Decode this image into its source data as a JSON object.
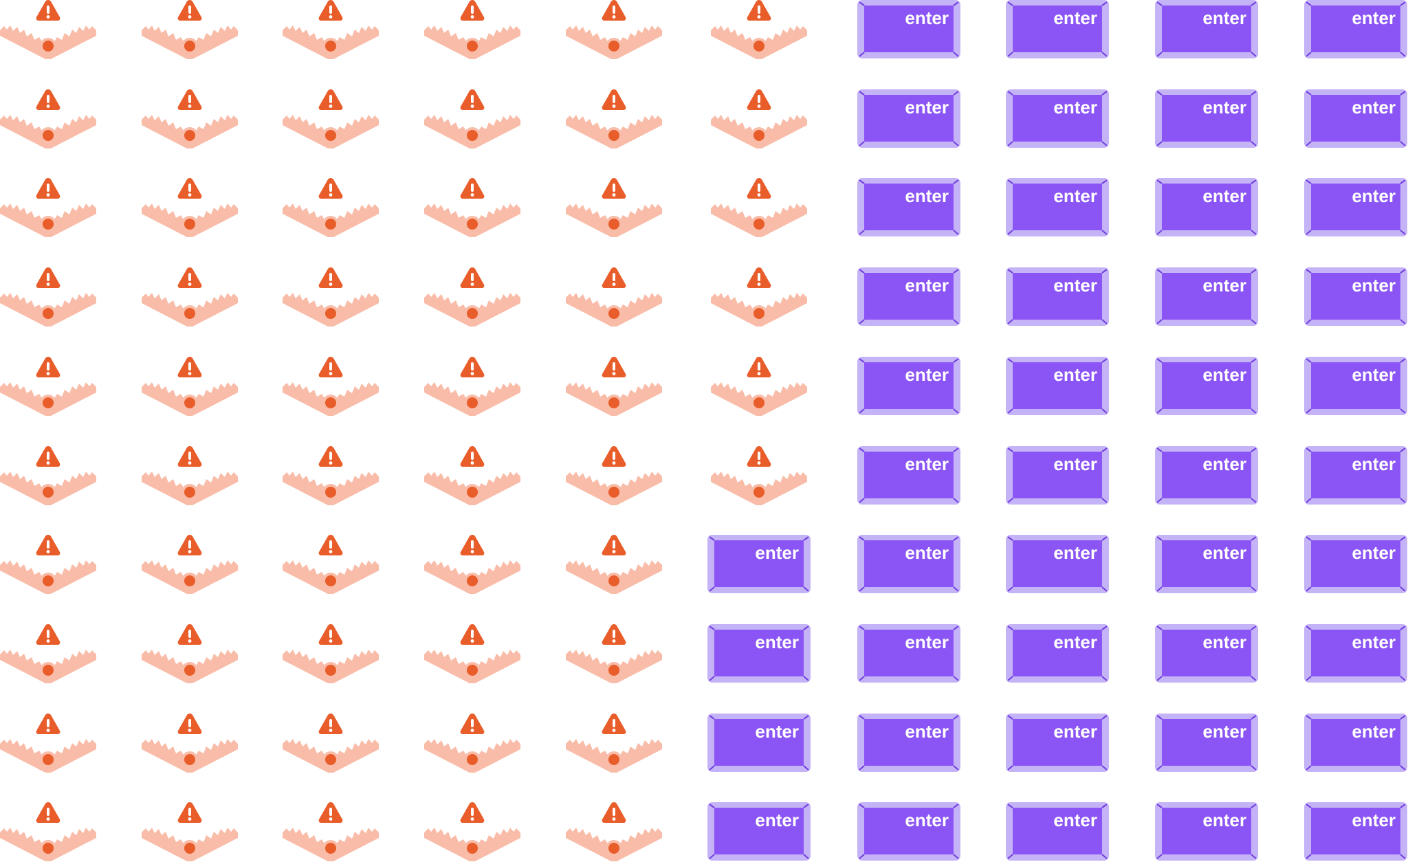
{
  "grid": {
    "rows": 10,
    "columns": 10,
    "trap_counts_per_row": [
      6,
      6,
      6,
      6,
      6,
      6,
      5,
      5,
      5,
      5
    ]
  },
  "trap_icon": {
    "name": "bear-trap-warning-icon",
    "jaw_color": "#f8bca8",
    "bait_color": "#e85d2a",
    "warning_color": "#e85d2a",
    "warning_mark_color": "#ffffff"
  },
  "enter_key": {
    "label": "enter",
    "border_color": "#c5b3f7",
    "face_color": "#8b55f5",
    "edge_line_color": "#6f3ddf",
    "label_color": "#ffffff"
  }
}
